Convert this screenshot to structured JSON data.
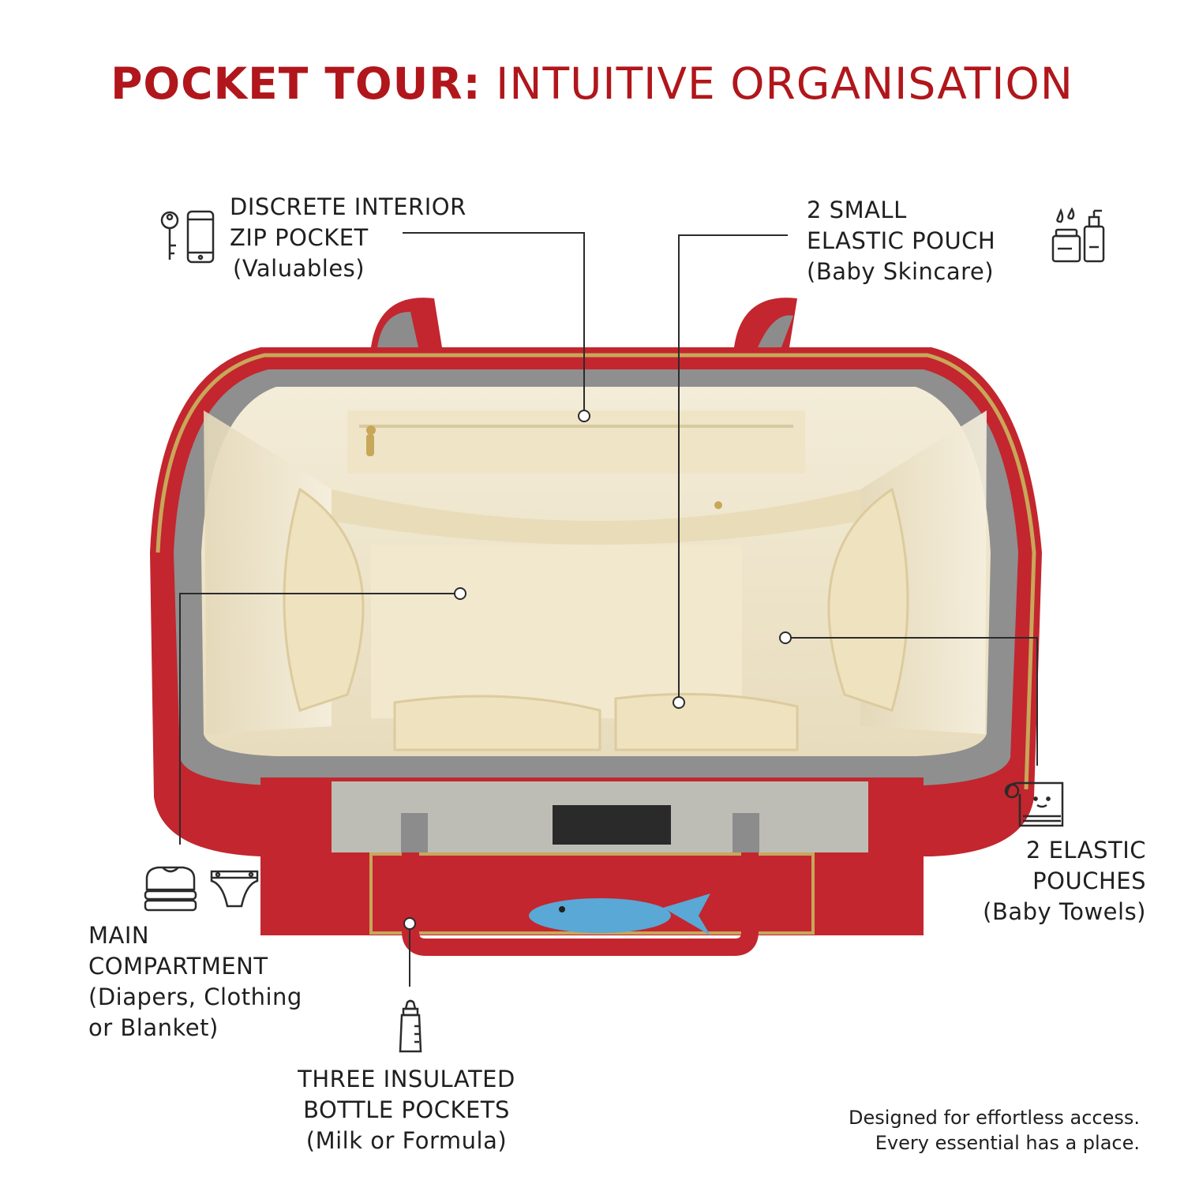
{
  "title": {
    "bold": "POCKET TOUR:",
    "light": "INTUITIVE ORGANISATION"
  },
  "colors": {
    "accent": "#b0161b",
    "bag_red": "#c3262e",
    "bag_grey": "#8c8c8c",
    "lining": "#efe6cf",
    "zip_gold": "#c8a75a"
  },
  "callouts": {
    "interior_zip": {
      "line1": "DISCRETE INTERIOR",
      "line2": "ZIP POCKET",
      "sub": "(Valuables)",
      "icons": [
        "key-icon",
        "phone-icon"
      ]
    },
    "elastic_pouch": {
      "line1": "2 SMALL",
      "line2": "ELASTIC POUCH",
      "sub": "(Baby Skincare)",
      "icons": [
        "skincare-icon"
      ]
    },
    "main_compartment": {
      "line1": "MAIN",
      "line2": "COMPARTMENT",
      "sub1": "(Diapers, Clothing",
      "sub2": "or Blanket)",
      "icons": [
        "clothing-icon",
        "diaper-icon"
      ]
    },
    "bottle_pockets": {
      "line1": "THREE INSULATED",
      "line2": "BOTTLE POCKETS",
      "sub": "(Milk or Formula)",
      "icons": [
        "bottle-icon"
      ]
    },
    "elastic_pouches": {
      "line1": "2 ELASTIC",
      "line2": "POUCHES",
      "sub": "(Baby Towels)",
      "icons": [
        "towel-icon"
      ]
    }
  },
  "footer": {
    "line1": "Designed for effortless access.",
    "line2": "Every essential has a place."
  }
}
